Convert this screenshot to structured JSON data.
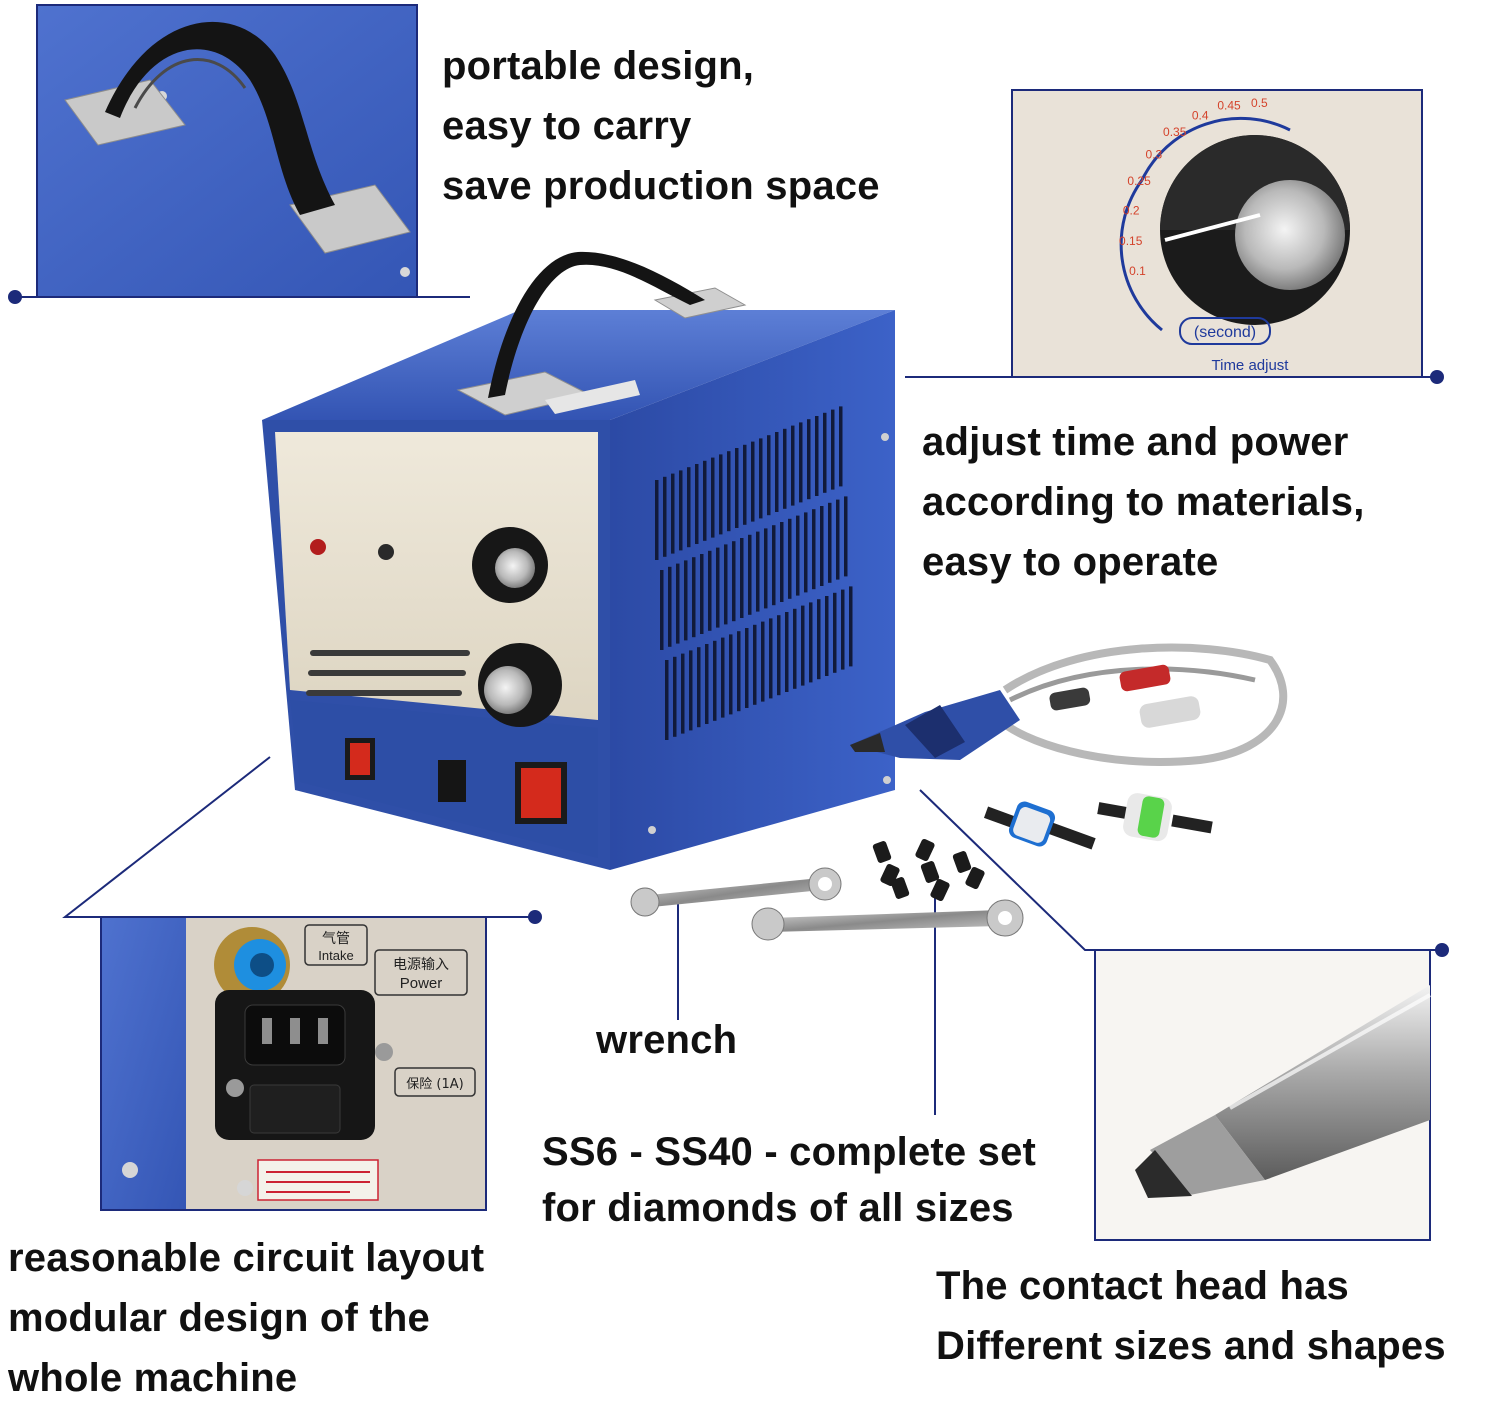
{
  "captions": {
    "portable": [
      "portable design,",
      "easy to carry",
      "save production space"
    ],
    "adjust": [
      "adjust time and power",
      "according to materials,",
      "easy to operate"
    ],
    "wrench": "wrench",
    "sizes": [
      "SS6 - SS40 - complete set",
      "for diamonds of all sizes"
    ],
    "circuit": [
      "reasonable circuit layout",
      "modular design of the",
      "whole machine"
    ],
    "contact_head": [
      "The contact head has",
      "Different sizes and shapes"
    ]
  },
  "dial": {
    "unit_label": "(second)",
    "bottom_label": "Time adjust",
    "scale": [
      "0.1",
      "0.15",
      "0.2",
      "0.25",
      "0.3",
      "0.35",
      "0.4",
      "0.45",
      "0.5"
    ]
  },
  "power_panel": {
    "air_label_cn": "气管",
    "air_label_en": "Intake",
    "power_label_cn": "电源输入",
    "power_label_en": "Power",
    "fuse_label": "保险 (1A)"
  },
  "colors": {
    "machine_blue": "#2f4fa8",
    "panel_cream": "#ece6d6",
    "leader_line": "#1c2a7a",
    "switch_red": "#d42a1c",
    "text": "#111111"
  },
  "icons": [
    "handle-icon",
    "knob-icon",
    "welding-pen-icon",
    "wrench-icon",
    "contact-head-icon",
    "power-socket-icon"
  ]
}
